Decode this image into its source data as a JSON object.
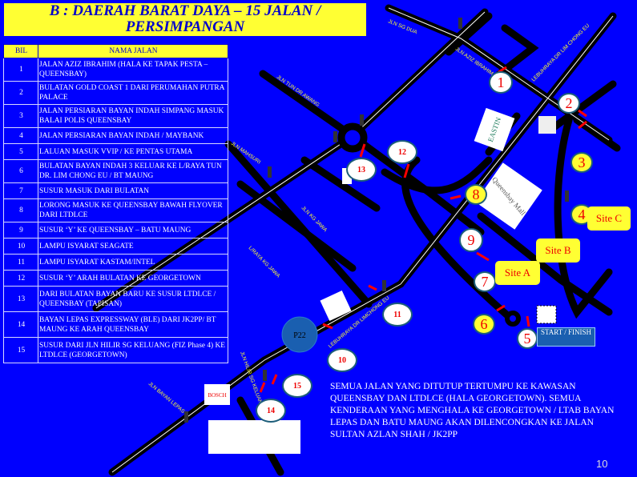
{
  "title": "B : DAERAH BARAT DAYA – 15 JALAN / PERSIMPANGAN",
  "table": {
    "headers": [
      "BIL",
      "NAMA JALAN"
    ],
    "rows": [
      [
        "1",
        "JALAN AZIZ IBRAHIM (HALA KE TAPAK PESTA – QUEENSBAY)"
      ],
      [
        "2",
        "BULATAN GOLD COAST 1 DARI PERUMAHAN PUTRA PALACE"
      ],
      [
        "3",
        "JALAN PERSIARAN BAYAN INDAH SIMPANG MASUK BALAI POLIS QUEENSBAY"
      ],
      [
        "4",
        "JALAN PERSIARAN BAYAN INDAH / MAYBANK"
      ],
      [
        "5",
        "LALUAN MASUK VVIP / KE PENTAS UTAMA"
      ],
      [
        "6",
        "BULATAN BAYAN INDAH 3 KELUAR KE L/RAYA TUN DR. LIM CHONG EU / BT MAUNG"
      ],
      [
        "7",
        "SUSUR MASUK DARI BULATAN"
      ],
      [
        "8",
        "LORONG MASUK KE QUEENSBAY BAWAH FLYOVER DARI LTDLCE"
      ],
      [
        "9",
        "SUSUR ‘Y’ KE QUEENSBAY – BATU MAUNG"
      ],
      [
        "10",
        "LAMPU ISYARAT SEAGATE"
      ],
      [
        "11",
        "LAMPU ISYARAT KASTAM/INTEL"
      ],
      [
        "12",
        "SUSUR ‘Y’ ARAH BULATAN KE GEORGETOWN"
      ],
      [
        "13",
        "DARI BULATAN BAYAN BARU KE SUSUR LTDLCE / QUEENSBAY (TAPISAN)"
      ],
      [
        "14",
        "BAYAN LEPAS EXPRESSWAY (BLE) DARI JK2PP/ BT MAUNG KE ARAH QUEENSBAY"
      ],
      [
        "15",
        "SUSUR DARI JLN HILIR SG KELUANG (FIZ Phase 4) KE LTDLCE (GEORGETOWN)"
      ]
    ]
  },
  "roads": {
    "sg_dua": "JLN SG DUA",
    "aziz": "JLN AZIZ IBRAHIM",
    "lce1": "LEBUHRAYA DR LIM CHONG EU",
    "awang": "JLN TUN DR AWANG",
    "mahsuri": "JLN MAHSURI",
    "kgjawa": "JLN KG JAWA",
    "lrkgjawa": "L/RAYA KG JAWA",
    "lce2": "LEBUHRAYA DR LIMCHONG EU",
    "keluang": "JLN HILIR SG KELUANG 1",
    "bayanlepas": "JLN BAYAN LEPAS"
  },
  "markers": [
    "1",
    "2",
    "3",
    "4",
    "5",
    "6",
    "7",
    "8",
    "9",
    "10",
    "11",
    "12",
    "13",
    "14",
    "15"
  ],
  "sites": {
    "a": "Site A",
    "b": "Site B",
    "c": "Site C"
  },
  "start_finish": "START / FINISH",
  "p22": "P22",
  "logos": {
    "eastin": "EASTIN",
    "queensbay": "Queensbay Mall",
    "bosch": "BOSCH"
  },
  "note": "SEMUA JALAN YANG DITUTUP TERTUMPU KE KAWASAN QUEENSBAY DAN LTDLCE (HALA GEORGETOWN). SEMUA KENDERAAN YANG MENGHALA KE GEORGETOWN / LTAB BAYAN LEPAS DAN BATU MAUNG AKAN DILENCONGKAN KE JALAN SULTAN AZLAN SHAH / JK2PP",
  "page": "10"
}
